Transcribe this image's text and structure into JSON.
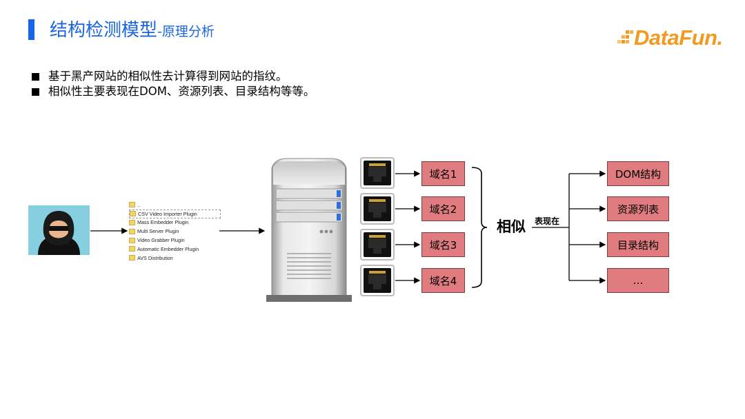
{
  "header": {
    "title_main": "结构检测模型",
    "title_sub": "-原理分析",
    "logo_text": "DataFun."
  },
  "bullets": [
    "基于黑产网站的相似性去计算得到网站的指纹。",
    "相似性主要表现在DOM、资源列表、目录结构等等。"
  ],
  "file_list": [
    "..",
    "CSV Video Importer Plugin",
    "Mass Embedder Plugin",
    "Multi Server Plugin",
    "Video Grabber Plugin",
    "Automatic Embedder Plugin",
    "AVS Distribution"
  ],
  "domains": [
    "域名1",
    "域名2",
    "域名3",
    "域名4"
  ],
  "similarity": {
    "label": "相似",
    "relation": "表现在"
  },
  "results": [
    "DOM结构",
    "资源列表",
    "目录结构",
    "…"
  ],
  "colors": {
    "title_blue": "#1a66e0",
    "logo_orange": "#f39a1e",
    "box_fill": "#e07b7f",
    "box_border": "#7a3c3c"
  }
}
